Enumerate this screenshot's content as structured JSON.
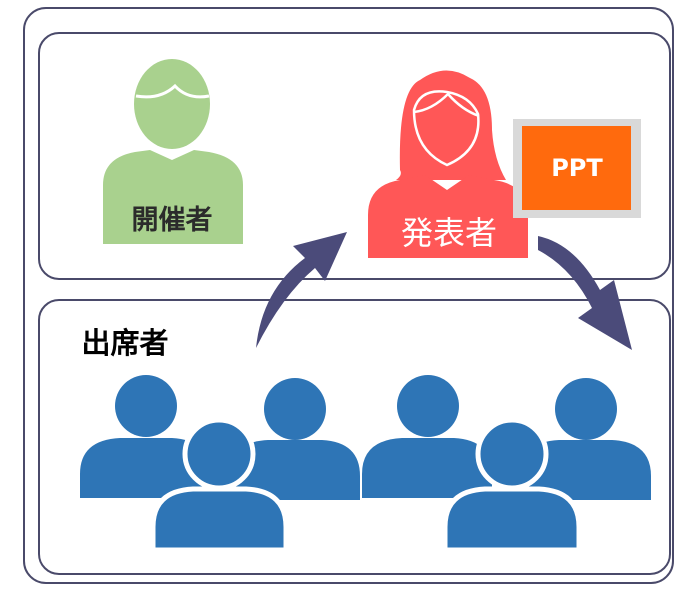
{
  "top_panel": {
    "organizer": {
      "label": "開催者",
      "color": "#a9d18e"
    },
    "presenter": {
      "label": "発表者",
      "color": "#ff5757"
    },
    "ppt": {
      "label": "PPT",
      "color": "#ff6a0d",
      "border": "#d9d9d9"
    }
  },
  "bottom_panel": {
    "title": "出席者",
    "attendee_color": "#2e75b6"
  },
  "frame_color": "#4a4a6a",
  "arrow_color": "#4b4b7a"
}
